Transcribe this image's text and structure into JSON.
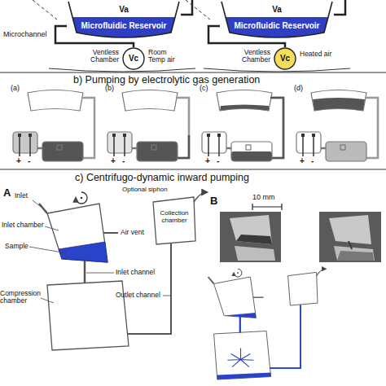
{
  "diagram": {
    "nodes": [
      {
        "text": [
          "Va",
          "Microfluidic Reservoir"
        ]
      },
      {
        "text": [
          "Vc"
        ]
      },
      {
        "text": [
          "Va",
          "Microfluidic Reservoir"
        ]
      },
      {
        "text": [
          "Vc"
        ]
      }
    ],
    "edges": [
      {
        "from": 0,
        "to": 1,
        "arrow": "none"
      },
      {
        "from": 2,
        "to": 3,
        "arrow": "none"
      }
    ],
    "labels": [
      "Microchannel",
      "Ventless Chamber",
      "Room Temp air",
      "Ventless Chamber",
      "Heated air",
      "b) Pumping by electrolytic gas generation",
      "(a)",
      "+",
      "-",
      "(b)",
      "+",
      "-",
      "(c)",
      "+",
      "-",
      "(d)",
      "+",
      "-",
      "c) Centrifugo-dynamic inward pumping",
      "A",
      "Inlet",
      "Optional siphon",
      "Collection chamber",
      "Inlet chamber",
      "Air vent",
      "Sample",
      "Inlet channel",
      "10 mm",
      "Outlet channel",
      "Compression chamber",
      "B"
    ]
  }
}
